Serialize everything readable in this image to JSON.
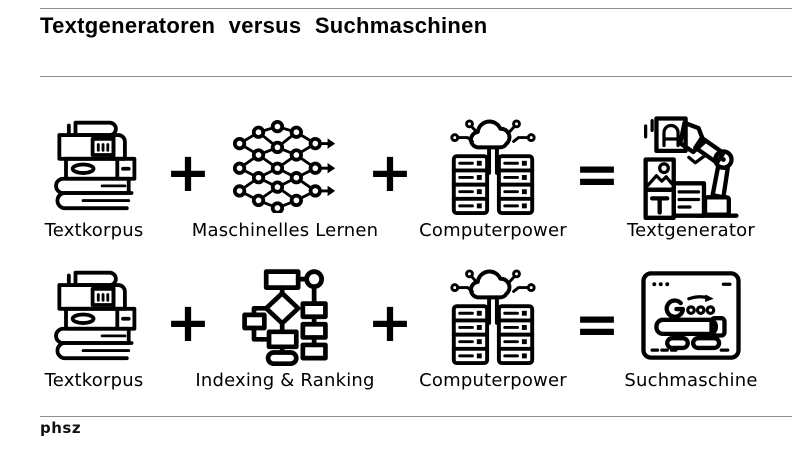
{
  "title": "Textgeneratoren versus Suchmaschinen",
  "footer": {
    "logo_text": "phsz"
  },
  "colors": {
    "ink": "#000000",
    "rule": "#8e8e8e",
    "background": "#ffffff"
  },
  "rows": [
    {
      "id": "textgenerator-equation",
      "cells": [
        {
          "type": "icon",
          "icon": "books-icon",
          "label": "Textkorpus"
        },
        {
          "type": "operator",
          "operator": "+"
        },
        {
          "type": "icon",
          "icon": "neural-network-icon",
          "label": "Maschinelles Lernen"
        },
        {
          "type": "operator",
          "operator": "+"
        },
        {
          "type": "icon",
          "icon": "servers-cloud-icon",
          "label": "Computerpower"
        },
        {
          "type": "operator",
          "operator": "="
        },
        {
          "type": "icon",
          "icon": "robot-arm-icon",
          "label": "Textgenerator"
        }
      ]
    },
    {
      "id": "suchmaschine-equation",
      "cells": [
        {
          "type": "icon",
          "icon": "books-icon",
          "label": "Textkorpus"
        },
        {
          "type": "operator",
          "operator": "+"
        },
        {
          "type": "icon",
          "icon": "flowchart-icon",
          "label": "Indexing & Ranking"
        },
        {
          "type": "operator",
          "operator": "+"
        },
        {
          "type": "icon",
          "icon": "servers-cloud-icon",
          "label": "Computerpower"
        },
        {
          "type": "operator",
          "operator": "="
        },
        {
          "type": "icon",
          "icon": "browser-search-icon",
          "label": "Suchmaschine"
        }
      ]
    }
  ]
}
